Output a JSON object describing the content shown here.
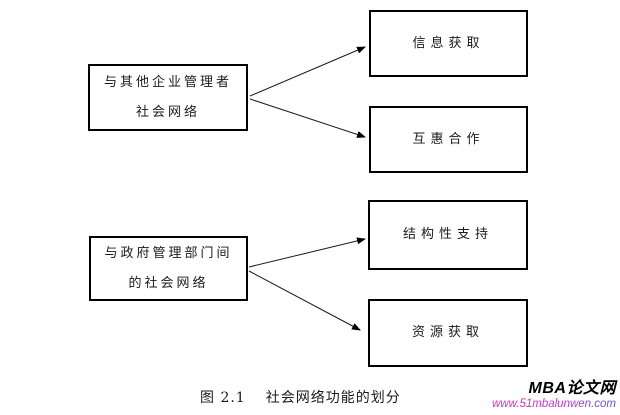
{
  "diagram": {
    "left_nodes": [
      {
        "lines": [
          "与其他企业管理者",
          "社会网络"
        ]
      },
      {
        "lines": [
          "与政府管理部门间",
          "的社会网络"
        ]
      }
    ],
    "right_nodes": [
      {
        "label": "信息获取"
      },
      {
        "label": "互惠合作"
      },
      {
        "label": "结构性支持"
      },
      {
        "label": "资源获取"
      }
    ],
    "caption": {
      "number": "图 2.1",
      "title": "社会网络功能的划分"
    }
  },
  "watermark": {
    "site_name": "MBA论文网",
    "url": "www.51mbalunwen.com"
  },
  "colors": {
    "background": "#ffffff",
    "box_border": "#000000",
    "text": "#1a1a1a",
    "url_gradient_start": "#ee22c4",
    "url_gradient_end": "#4f55de"
  }
}
